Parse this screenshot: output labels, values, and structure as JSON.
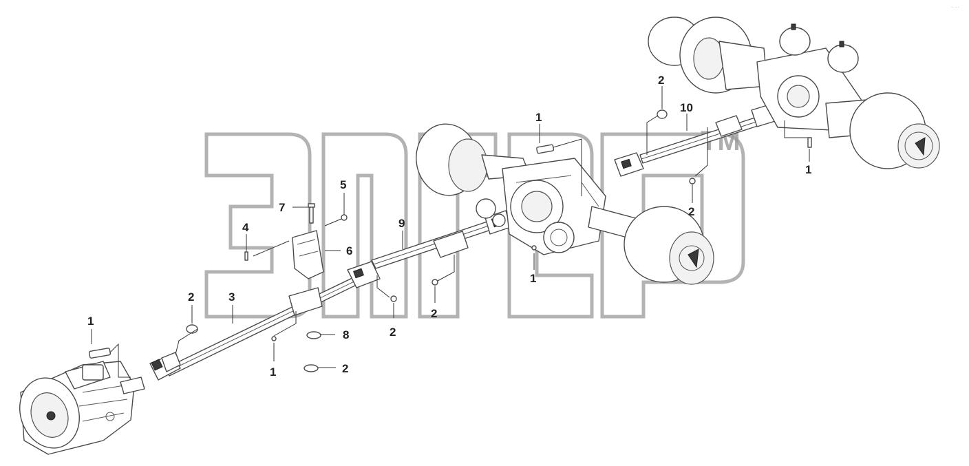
{
  "watermark": {
    "trademark": "TM",
    "color": "#9a9a9a"
  },
  "corner_mark": "·· ···",
  "callouts": {
    "c1a": "1",
    "c1b": "1",
    "c1c": "1",
    "c1d": "1",
    "c1e": "1",
    "c2a": "2",
    "c2b": "2",
    "c2c": "2",
    "c2d": "2",
    "c2e": "2",
    "c2f": "2",
    "c3": "3",
    "c4": "4",
    "c5": "5",
    "c6": "6",
    "c7": "7",
    "c8": "8",
    "c9": "9",
    "c10": "10"
  }
}
